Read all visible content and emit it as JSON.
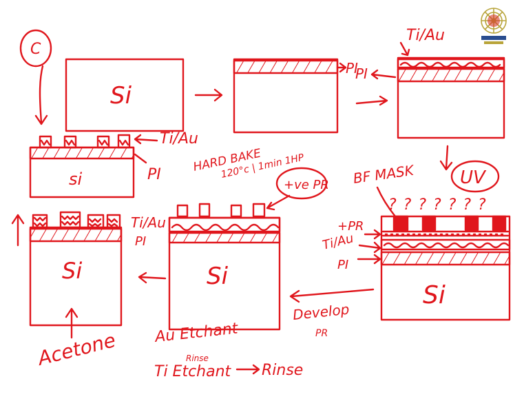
{
  "ink_color": "#e0161c",
  "labels": {
    "step_c": "C",
    "si": "Si",
    "si_small": "si",
    "ti_au": "Ti/Au",
    "pi": "PI",
    "hard_bake_1": "HARD BAKE",
    "hard_bake_2": "120°c | 1min 1HP",
    "positive_pr": "+ve PR",
    "bf_mask": "BF MASK",
    "uv": "UV",
    "uv_rays": "???????",
    "plus_pr": "+PR",
    "develop_1": "Develop",
    "develop_2": "PR",
    "acetone": "Acetone",
    "au_etchant": "Au Etchant",
    "rinse": "Rinse",
    "ti_etchant": "Ti Etchant",
    "arrow_rinse": "→ Rinse"
  },
  "logo": {
    "name": "institute-logo",
    "description": "wheel emblem"
  }
}
